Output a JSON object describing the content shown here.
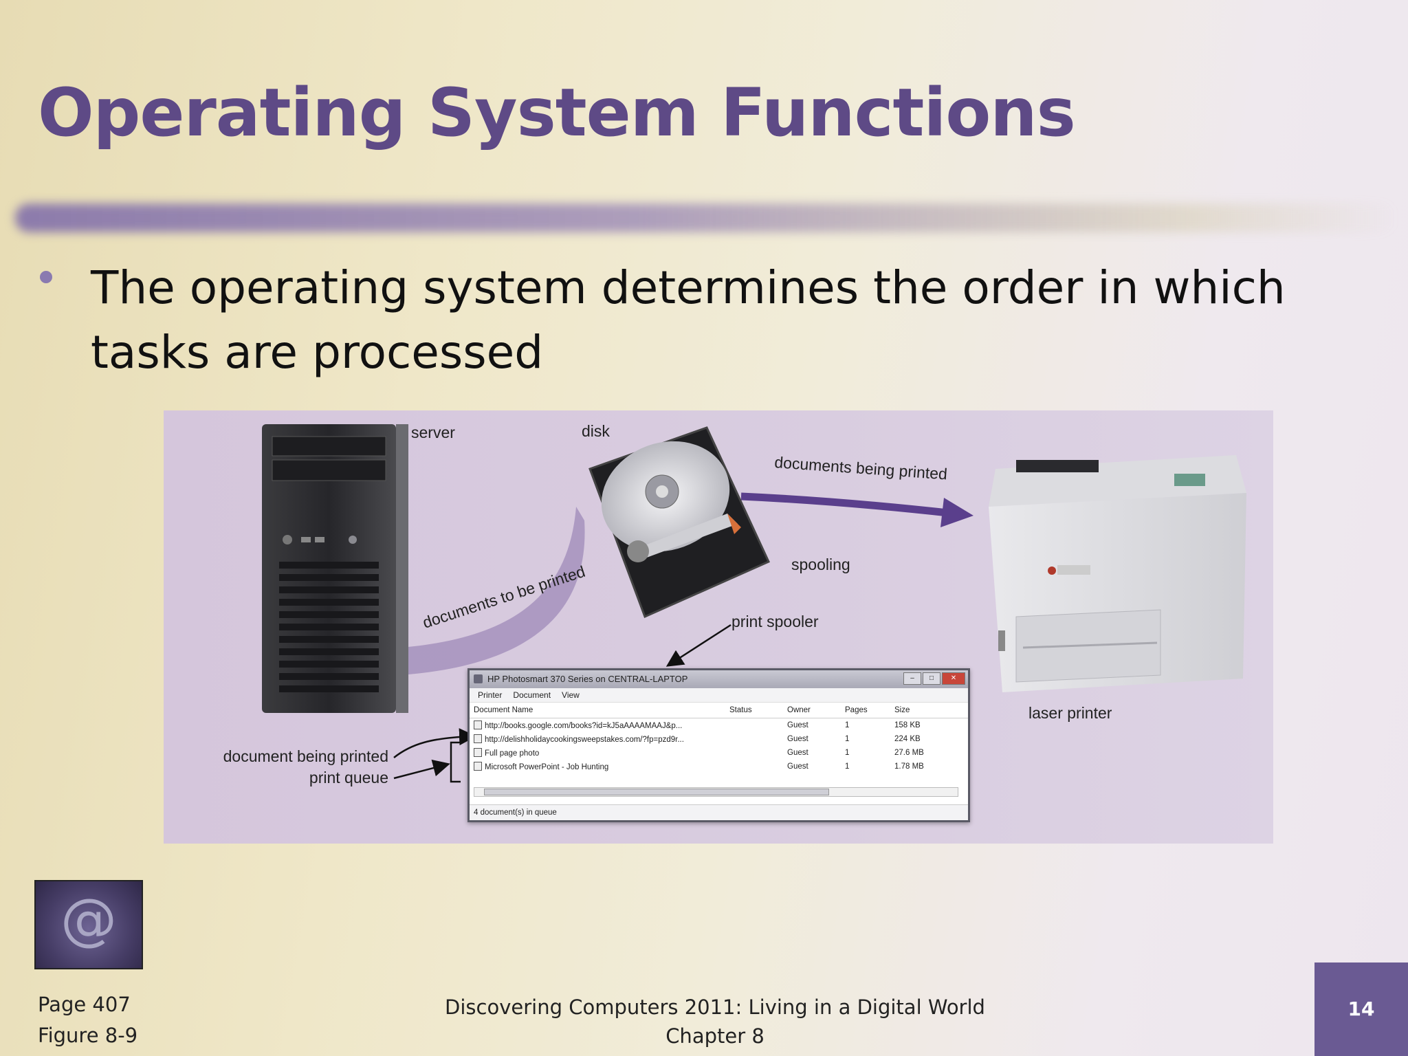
{
  "slide": {
    "title": "Operating System Functions",
    "bullet": "The operating system determines the order in which tasks are processed"
  },
  "figure": {
    "labels": {
      "server": "server",
      "disk": "disk",
      "documents_being_printed": "documents being printed",
      "spooling": "spooling",
      "documents_to_be_printed": "documents to be printed",
      "print_spooler": "print spooler",
      "laser_printer": "laser printer",
      "document_being_printed": "document being printed",
      "print_queue": "print queue"
    },
    "window": {
      "title": "HP Photosmart 370 Series on CENTRAL-LAPTOP",
      "menu": [
        "Printer",
        "Document",
        "View"
      ],
      "columns": [
        "Document Name",
        "Status",
        "Owner",
        "Pages",
        "Size"
      ],
      "rows": [
        [
          "http://books.google.com/books?id=kJ5aAAAAMAAJ&p...",
          "",
          "Guest",
          "1",
          "158 KB"
        ],
        [
          "http://delishholidaycookingsweepstakes.com/?fp=pzd9r...",
          "",
          "Guest",
          "1",
          "224 KB"
        ],
        [
          "Full page photo",
          "",
          "Guest",
          "1",
          "27.6 MB"
        ],
        [
          "Microsoft PowerPoint - Job Hunting",
          "",
          "Guest",
          "1",
          "1.78 MB"
        ]
      ],
      "status": "4 document(s) in queue"
    }
  },
  "footer": {
    "page": "Page 407",
    "figure": "Figure 8-9",
    "book": "Discovering Computers 2011: Living in a Digital World",
    "chapter": "Chapter 8",
    "slide_number": "14"
  },
  "colors": {
    "title": "#5e4a86",
    "accent": "#6a5a93",
    "figure_bg": "#d7c9de"
  },
  "icons": [
    "bullet-dot",
    "at-sign-logo",
    "document-icon",
    "server-icon",
    "disk-icon",
    "printer-icon"
  ]
}
